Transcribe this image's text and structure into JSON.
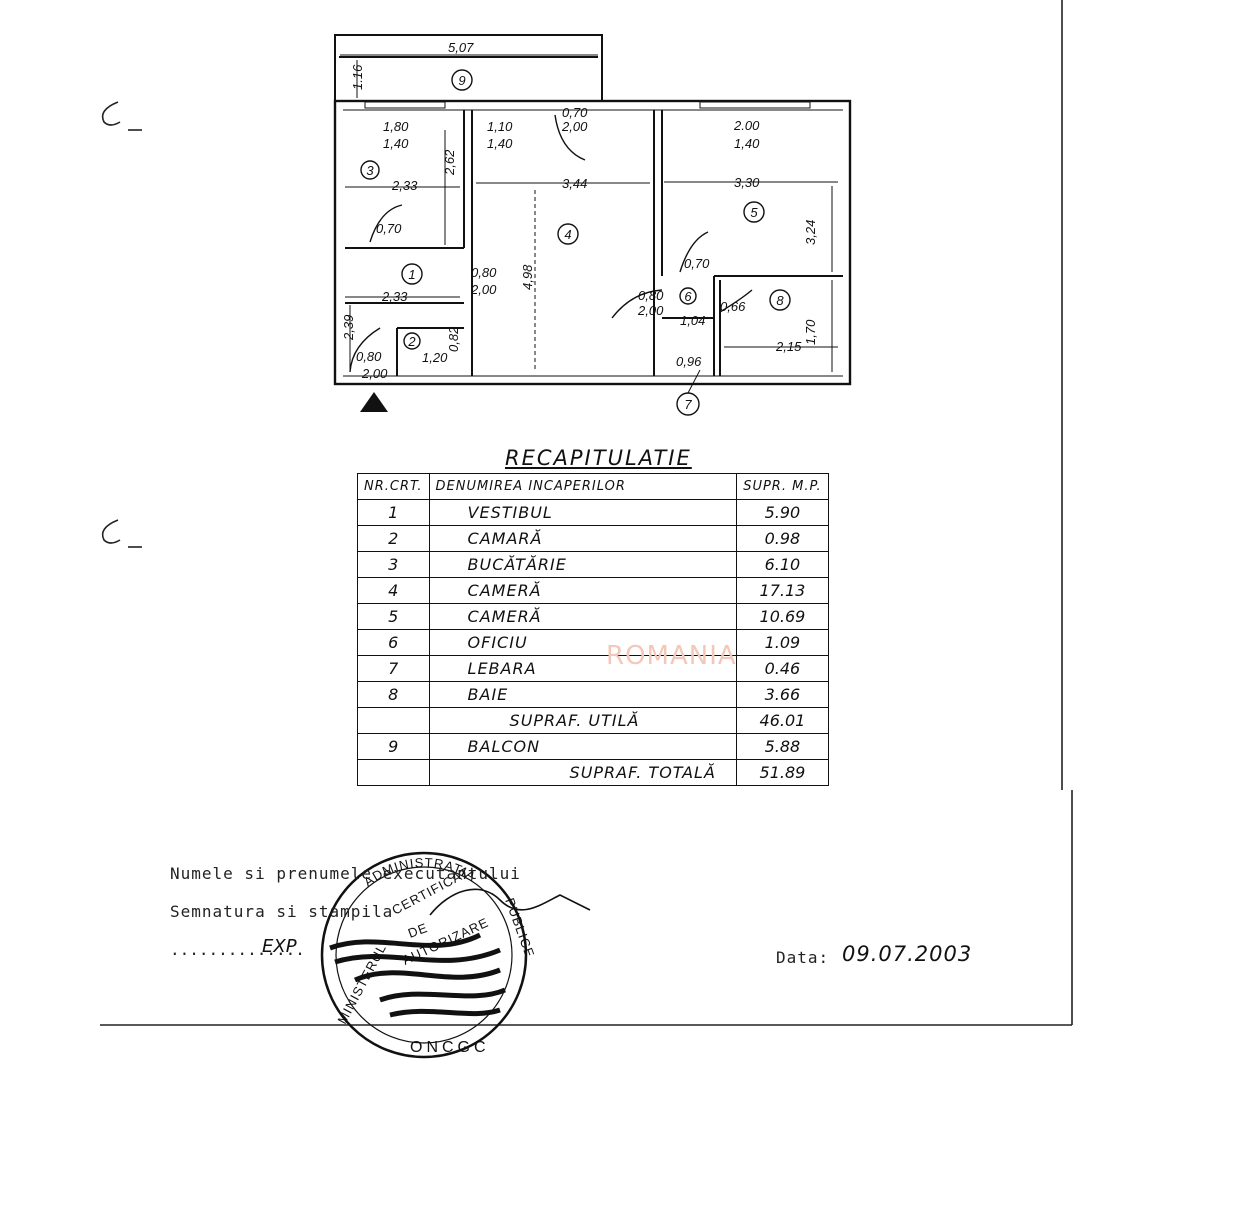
{
  "plan": {
    "labels": {
      "balcony_width": "5,07",
      "balcony_depth": "1.16",
      "door_kitchen_top": "1,80",
      "door_kitchen_bottom": "1,40",
      "door_room4_top": "1,10",
      "door_room4_bottom": "1,40",
      "door_balcony_top": "0,70",
      "door_balcony_bottom": "2,00",
      "window5_top": "2.00",
      "window5_bottom": "1,40",
      "kitchen_width": "2,33",
      "kitchen_height": "2,62",
      "room4_width": "3,44",
      "room4_height": "4,98",
      "room5_width": "3,30",
      "room5_height": "3,24",
      "kitchen_door": "0,70",
      "hall_width": "2,33",
      "hall_door_top": "0,80",
      "hall_door_bottom": "2,00",
      "room5_door": "0,70",
      "office_door_top": "0,80",
      "office_door_bottom": "2,00",
      "bath_door": "0,66",
      "wc_dim": "1,04",
      "wc_dim2": "0,96",
      "bath_width": "2,15",
      "bath_height": "1,70",
      "pantry_w": "1,20",
      "pantry_h": "0,82",
      "entry_height": "2,39",
      "entry_door_top": "0,80",
      "entry_door_bottom": "2,00",
      "r1": "1",
      "r2": "2",
      "r3": "3",
      "r4": "4",
      "r5": "5",
      "r6": "6",
      "r7": "7",
      "r8": "8",
      "r9": "9"
    }
  },
  "recap": {
    "title": "RECAPITULATIE",
    "headers": {
      "nr": "NR.CRT.",
      "name": "DENUMIREA INCAPERILOR",
      "area": "SUPR. M.P."
    },
    "rows": [
      {
        "nr": "1",
        "name": "VESTIBUL",
        "area": "5.90"
      },
      {
        "nr": "2",
        "name": "CAMARĂ",
        "area": "0.98"
      },
      {
        "nr": "3",
        "name": "BUCĂTĂRIE",
        "area": "6.10"
      },
      {
        "nr": "4",
        "name": "CAMERĂ",
        "area": "17.13"
      },
      {
        "nr": "5",
        "name": "CAMERĂ",
        "area": "10.69"
      },
      {
        "nr": "6",
        "name": "OFICIU",
        "area": "1.09"
      },
      {
        "nr": "7",
        "name": "LEBARA",
        "area": "0.46"
      },
      {
        "nr": "8",
        "name": "BAIE",
        "area": "3.66"
      }
    ],
    "useful": {
      "label": "SUPRAF. UTILĂ",
      "area": "46.01"
    },
    "balcony": {
      "nr": "9",
      "name": "BALCON",
      "area": "5.88"
    },
    "total": {
      "label": "SUPRAF. TOTALĂ",
      "area": "51.89"
    }
  },
  "watermark": "ROMANIA",
  "footer": {
    "name_line": "Numele si prenumele executantului",
    "sign_line": "Semnatura si stampila",
    "exp": "EXP",
    "date_label": "Data:",
    "date_value": "09.07.2003"
  },
  "stamp": {
    "ring_top": "ADMINISTRATIA",
    "ring_left": "MINISTERUL",
    "ring_right": "PUBLICE",
    "line1": "CERTIFICAT",
    "line2": "DE",
    "line3": "AUTORIZARE",
    "bottom": "ONCGC"
  }
}
